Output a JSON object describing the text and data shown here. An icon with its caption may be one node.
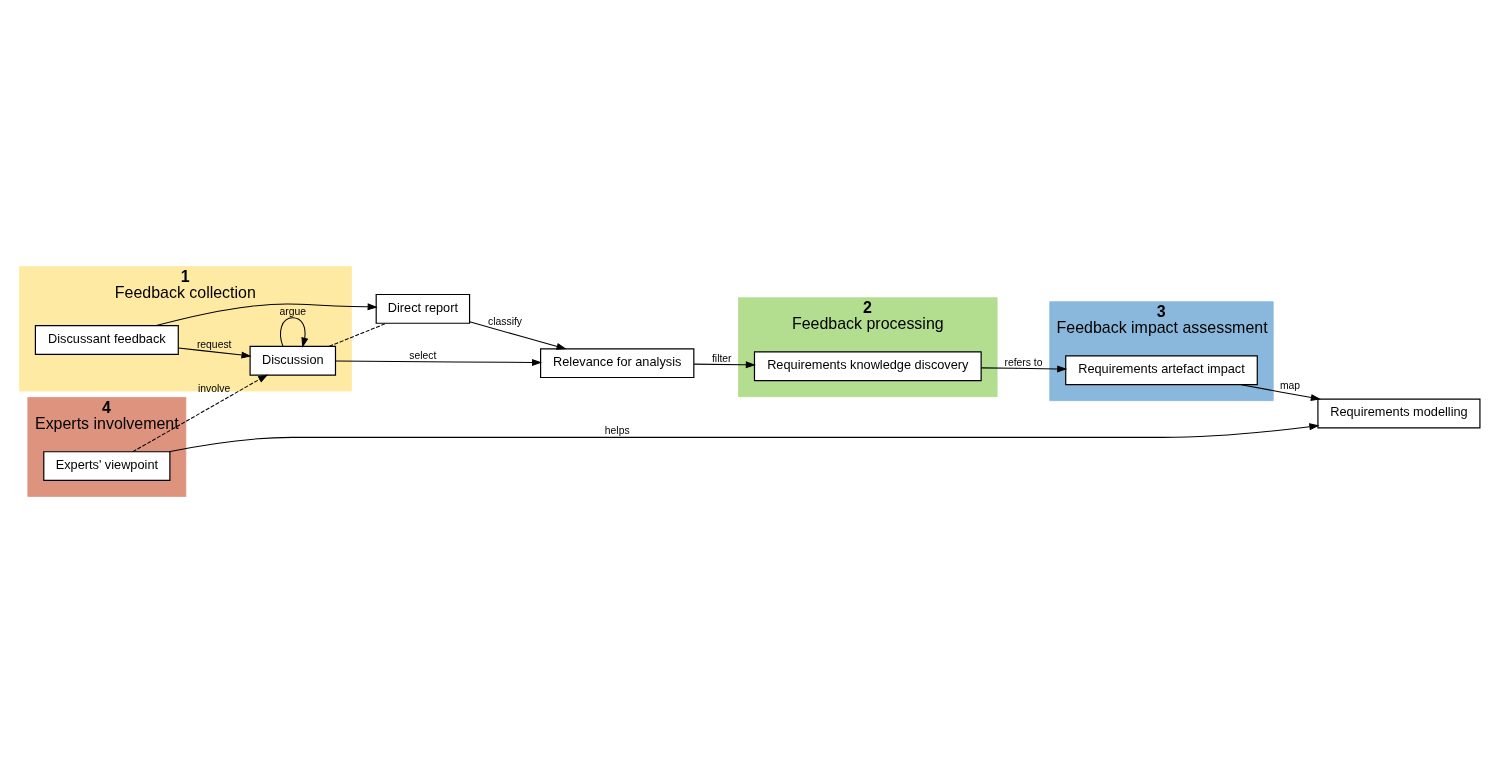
{
  "diagram": {
    "nodes": [
      {
        "text": [
          "1",
          "Feedback collection"
        ]
      },
      {
        "text": [
          "Discussant feedback"
        ],
        "in": 0
      },
      {
        "text": [
          "Discussion"
        ],
        "in": 0
      },
      {
        "text": [
          "Direct report"
        ]
      },
      {
        "text": [
          "2",
          "Feedback processing"
        ]
      },
      {
        "text": [
          "Relevance for analysis"
        ]
      },
      {
        "text": [
          "Requirements knowledge discovery"
        ],
        "in": 4
      },
      {
        "text": [
          "3",
          "Feedback impact assessment"
        ]
      },
      {
        "text": [
          "Requirements artefact impact"
        ],
        "in": 7
      },
      {
        "text": [
          "Requirements modelling"
        ]
      },
      {
        "text": [
          "4",
          "Experts involvement"
        ]
      },
      {
        "text": [
          "Experts' viewpoint"
        ],
        "in": 10
      }
    ],
    "edges": [
      {
        "from": 1,
        "to": 2,
        "arrow": "to",
        "label": "request"
      },
      {
        "from": 1,
        "to": 3,
        "arrow": "to"
      },
      {
        "from": 2,
        "to": 2,
        "arrow": "to",
        "label": "argue"
      },
      {
        "from": 2,
        "to": 3,
        "arrow": "none",
        "style": "dashed"
      },
      {
        "from": 2,
        "to": 5,
        "arrow": "to",
        "label": "select"
      },
      {
        "from": 3,
        "to": 5,
        "arrow": "to",
        "label": "classify"
      },
      {
        "from": 5,
        "to": 6,
        "arrow": "to",
        "label": "filter"
      },
      {
        "from": 6,
        "to": 8,
        "arrow": "to",
        "label": "refers to"
      },
      {
        "from": 8,
        "to": 9,
        "arrow": "to",
        "label": "map"
      },
      {
        "from": 11,
        "to": 9,
        "arrow": "to",
        "label": "helps"
      },
      {
        "from": 11,
        "to": 2,
        "arrow": "to",
        "label": "involve",
        "style": "dashed"
      }
    ]
  }
}
